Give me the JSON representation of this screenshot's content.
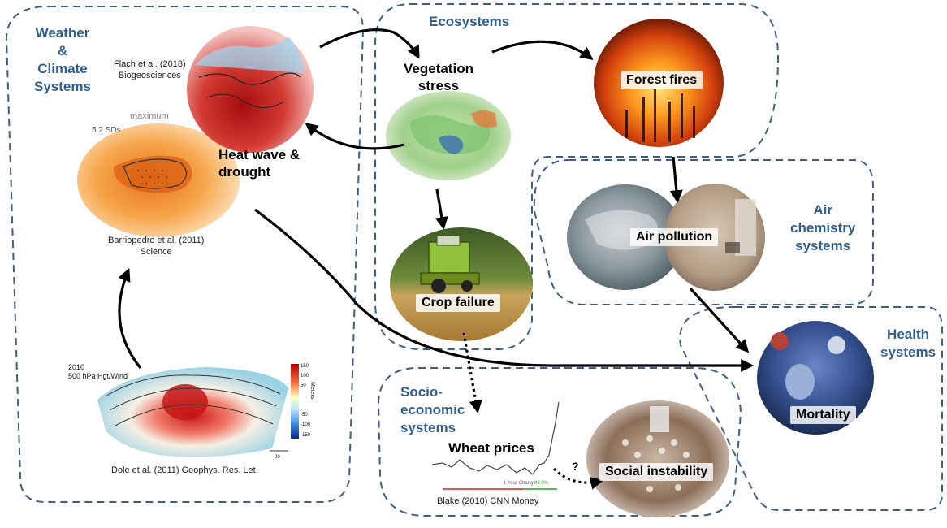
{
  "regions": {
    "weather": "Weather\n&\nClimate\nSystems",
    "ecosystems": "Ecosystems",
    "air": "Air\nchemistry\nsystems",
    "health": "Health\nsystems",
    "socio": "Socio-\neconomic\nsystems"
  },
  "nodes": {
    "vegetation": "Vegetation\nstress",
    "heatwave": "Heat wave &\ndrought",
    "forest": "Forest fires",
    "crop": "Crop failure",
    "air_pollution": "Air pollution",
    "mortality": "Mortality",
    "wheat": "Wheat prices",
    "social": "Social instability"
  },
  "citations": {
    "flach": "Flach et al. (2018)\nBiogeosciences",
    "barriopedro": "Barriopedro et al. (2011)\nScience",
    "dole": "Dole et al. (2011) Geophys. Res. Let.",
    "blake": "Blake (2010) CNN Money"
  },
  "figure_text": {
    "map_year": "2010",
    "map_title": "500 hPa Hgt/Wind",
    "colorbar_unit": "Meters",
    "colorbar_ticks": [
      "150",
      "100",
      "50",
      "-50",
      "-100",
      "-150"
    ],
    "sd_label": "5.2 SDs",
    "header_fragment": "maximum",
    "wind_scale": "20",
    "year_change_label": "1 Year Change",
    "year_change_value": "48.0%"
  },
  "question_mark": "?",
  "colors": {
    "region_border": "#3d5f85",
    "region_label": "#2e5f8f",
    "arrow": "#000000"
  }
}
